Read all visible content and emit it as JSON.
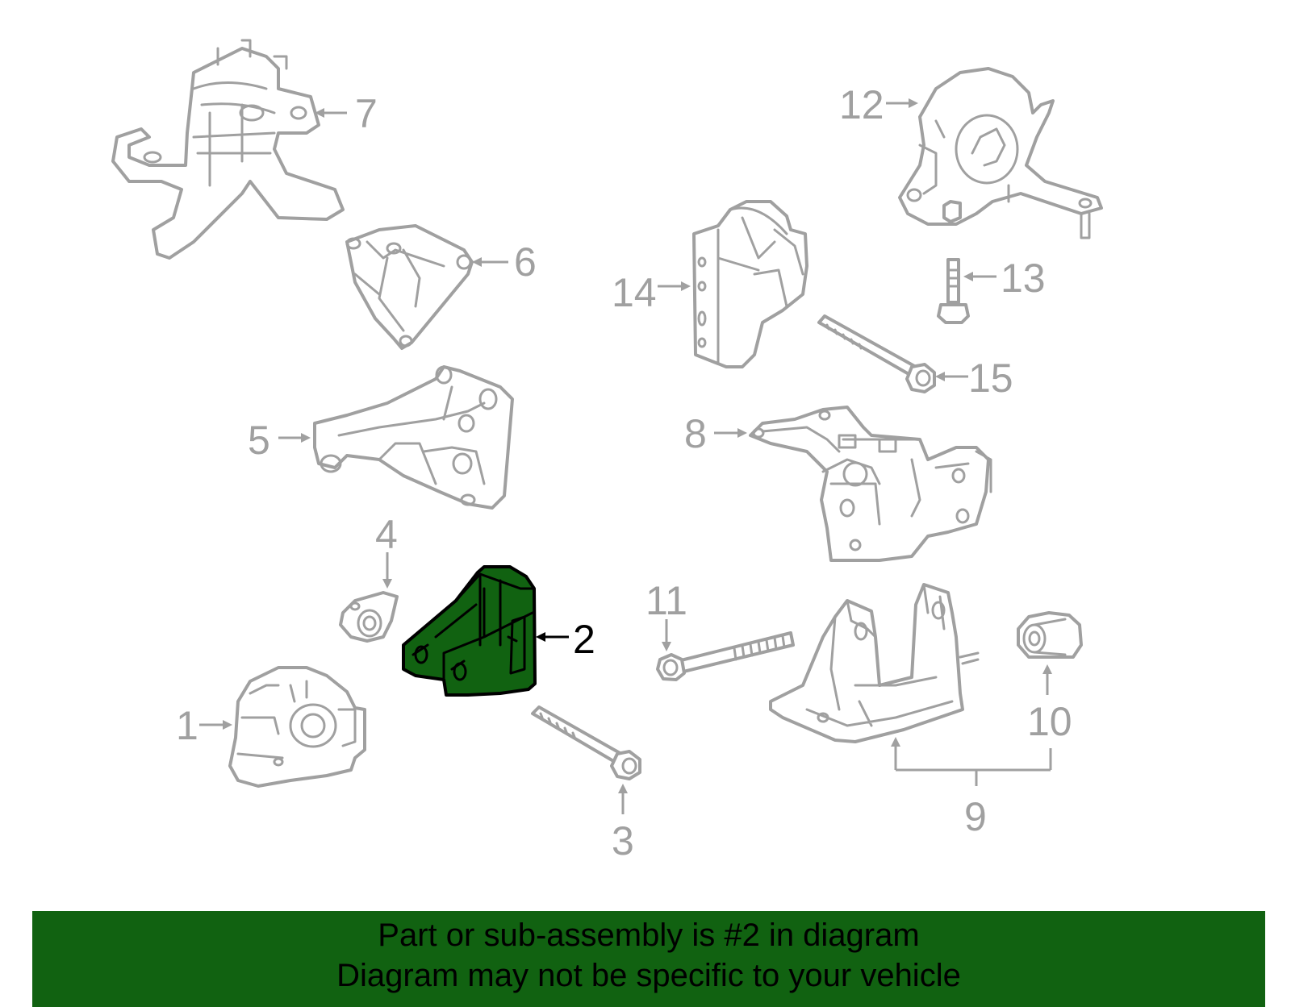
{
  "callouts": {
    "c1": "1",
    "c2": "2",
    "c3": "3",
    "c4": "4",
    "c5": "5",
    "c6": "6",
    "c7": "7",
    "c8": "8",
    "c9": "9",
    "c10": "10",
    "c11": "11",
    "c12": "12",
    "c13": "13",
    "c14": "14",
    "c15": "15"
  },
  "highlight": {
    "part_number": "2",
    "color": "#116211"
  },
  "banner": {
    "line1": "Part or sub-assembly is #2 in diagram",
    "line2": "Diagram may not be specific to your vehicle"
  },
  "colors": {
    "part_stroke": "#a0a0a0",
    "highlight_fill": "#116211",
    "banner_bg": "#116211"
  }
}
